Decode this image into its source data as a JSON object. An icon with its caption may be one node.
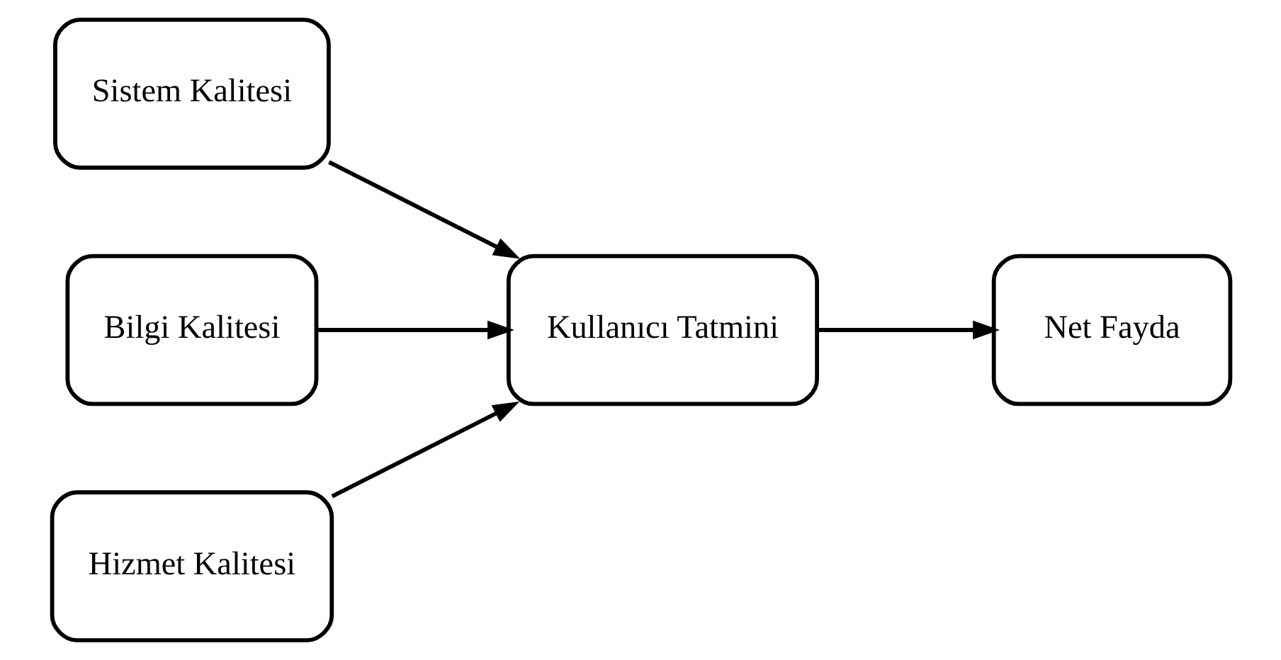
{
  "diagram": {
    "nodes": [
      {
        "text": [
          "Sistem Kalitesi"
        ]
      },
      {
        "text": [
          "Bilgi Kalitesi"
        ]
      },
      {
        "text": [
          "Hizmet Kalitesi"
        ]
      },
      {
        "text": [
          "Kullanıcı Tatmini"
        ]
      },
      {
        "text": [
          "Net Fayda"
        ]
      }
    ],
    "edges": [
      {
        "from": 0,
        "to": 3,
        "arrow": "to"
      },
      {
        "from": 1,
        "to": 3,
        "arrow": "to"
      },
      {
        "from": 2,
        "to": 3,
        "arrow": "to"
      },
      {
        "from": 3,
        "to": 4,
        "arrow": "to"
      }
    ]
  }
}
